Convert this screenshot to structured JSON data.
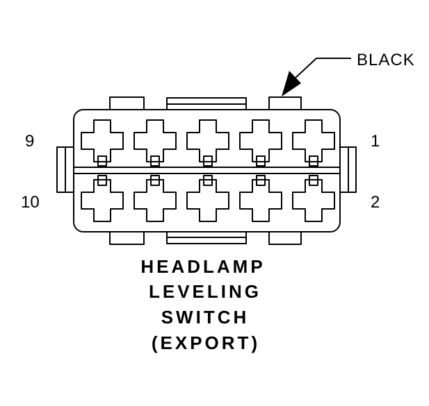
{
  "connector": {
    "wire_color_label": "BLACK",
    "pin_labels": {
      "top_left": "9",
      "bottom_left": "10",
      "top_right": "1",
      "bottom_right": "2"
    },
    "cavities_per_row": 5,
    "rows": 2
  },
  "title": {
    "lines": [
      "HEADLAMP",
      "LEVELING",
      "SWITCH",
      "(EXPORT)"
    ]
  }
}
